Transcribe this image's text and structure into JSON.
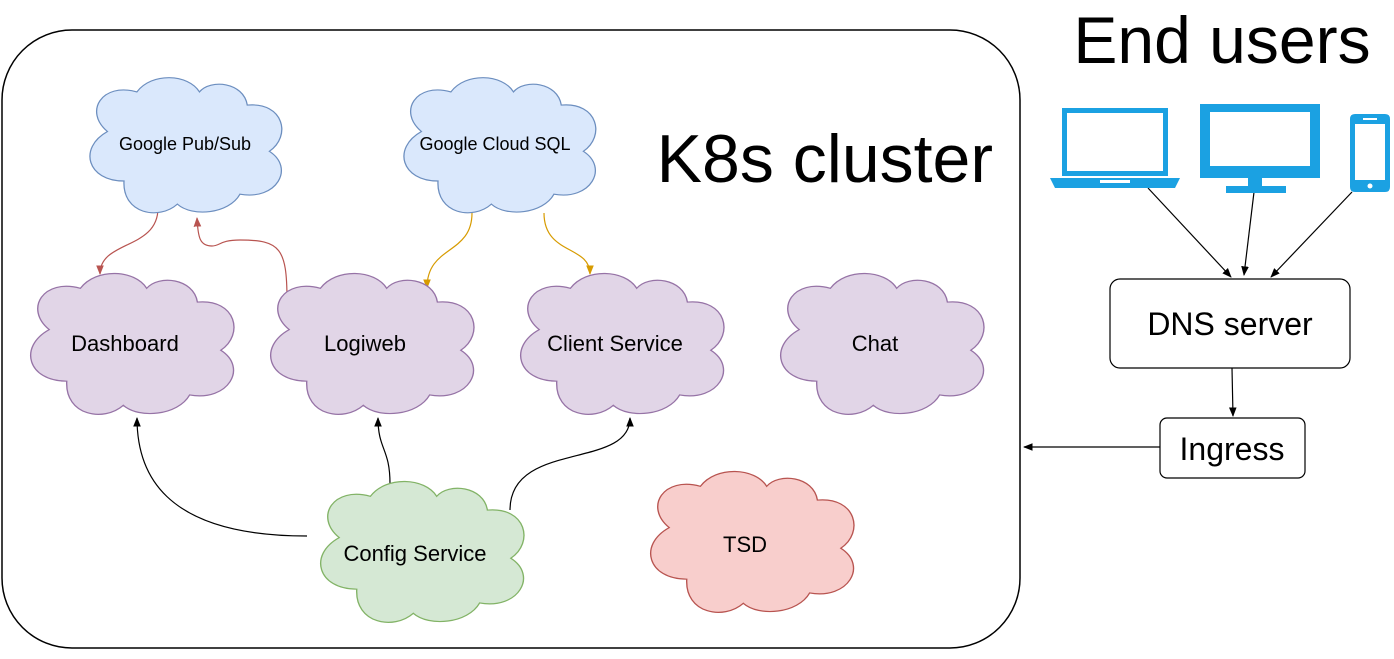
{
  "cluster": {
    "title": "K8s cluster"
  },
  "end_users": {
    "title": "End users"
  },
  "services": {
    "pubsub": "Google Pub/Sub",
    "cloudsql": "Google Cloud SQL",
    "dashboard": "Dashboard",
    "logiweb": "Logiweb",
    "client_service": "Client Service",
    "chat": "Chat",
    "config_service": "Config Service",
    "tsd": "TSD"
  },
  "infra": {
    "dns": "DNS server",
    "ingress": "Ingress"
  },
  "colors": {
    "google_cloud_fill": "#dae8fc",
    "google_cloud_stroke": "#6c8ebf",
    "service_fill": "#e1d5e7",
    "service_stroke": "#9673a6",
    "config_fill": "#d5e8d4",
    "config_stroke": "#82b366",
    "tsd_fill": "#f8cecc",
    "tsd_stroke": "#b85450",
    "pubsub_edge": "#b85450",
    "sql_edge": "#d79b00",
    "device_color": "#1ba1e2"
  },
  "icons": [
    "laptop-icon",
    "desktop-icon",
    "smartphone-icon"
  ]
}
